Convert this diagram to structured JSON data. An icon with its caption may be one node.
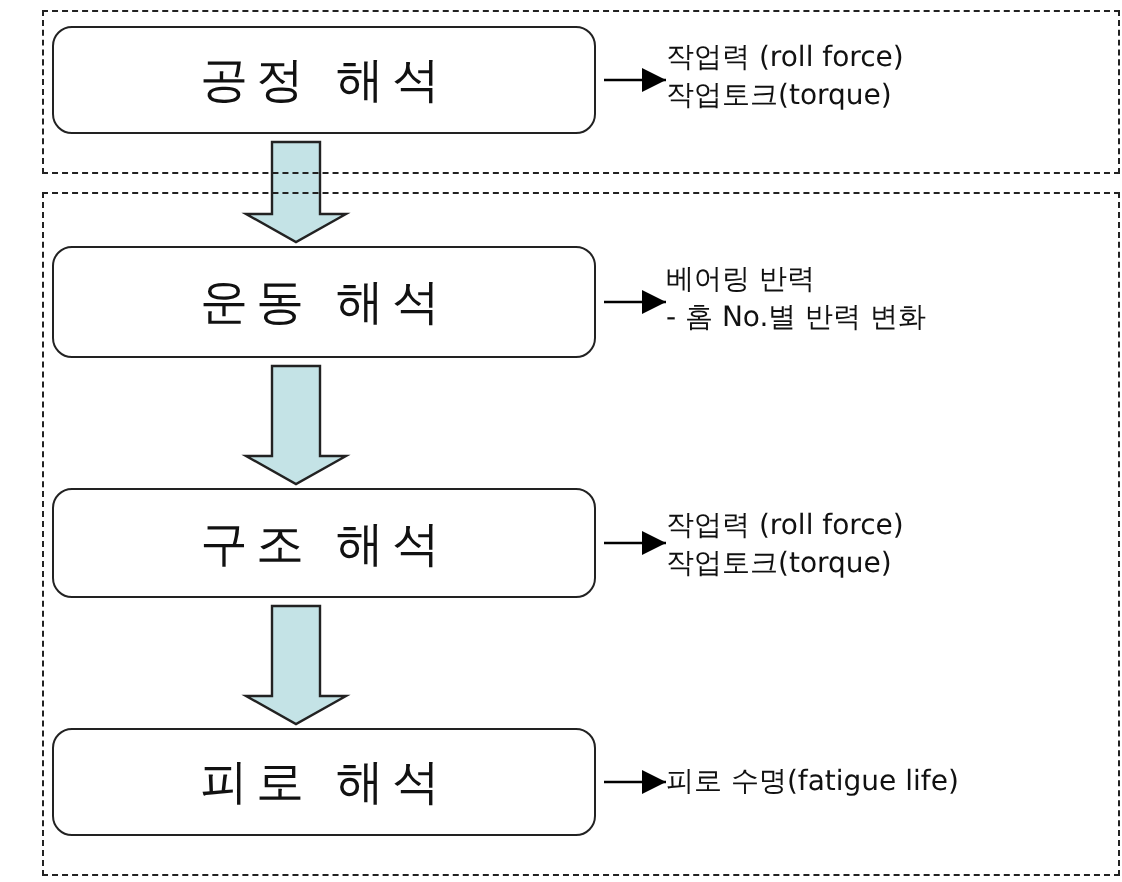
{
  "diagram": {
    "nodes": [
      {
        "text": [],
        "shape": "box"
      },
      {
        "text": [
          "공정 해석"
        ],
        "in": 0
      },
      {
        "text": [
          "작업력 (roll force)",
          "작업토크(torque)"
        ],
        "in": 0
      },
      {
        "text": [],
        "shape": "box"
      },
      {
        "text": [
          "운동 해석"
        ],
        "in": 3
      },
      {
        "text": [
          "베어링 반력",
          "- 홈 No.별 반력 변화"
        ],
        "in": 3
      },
      {
        "text": [
          "구조 해석"
        ],
        "in": 3
      },
      {
        "text": [
          "작업력 (roll force)",
          "작업토크(torque)"
        ],
        "in": 3
      },
      {
        "text": [
          "피로 해석"
        ],
        "in": 3
      },
      {
        "text": [
          "피로 수명(fatigue life)"
        ],
        "in": 3
      }
    ],
    "edges": [
      {
        "from": 1,
        "to": 2,
        "arrow": "to"
      },
      {
        "from": 1,
        "to": 4,
        "arrow": "to",
        "style": "thick",
        "color": "#c4e3e6"
      },
      {
        "from": 4,
        "to": 5,
        "arrow": "to"
      },
      {
        "from": 4,
        "to": 6,
        "arrow": "to",
        "style": "thick",
        "color": "#c4e3e6"
      },
      {
        "from": 6,
        "to": 7,
        "arrow": "to"
      },
      {
        "from": 6,
        "to": 8,
        "arrow": "to",
        "style": "thick",
        "color": "#c4e3e6"
      },
      {
        "from": 8,
        "to": 9,
        "arrow": "to"
      }
    ]
  }
}
